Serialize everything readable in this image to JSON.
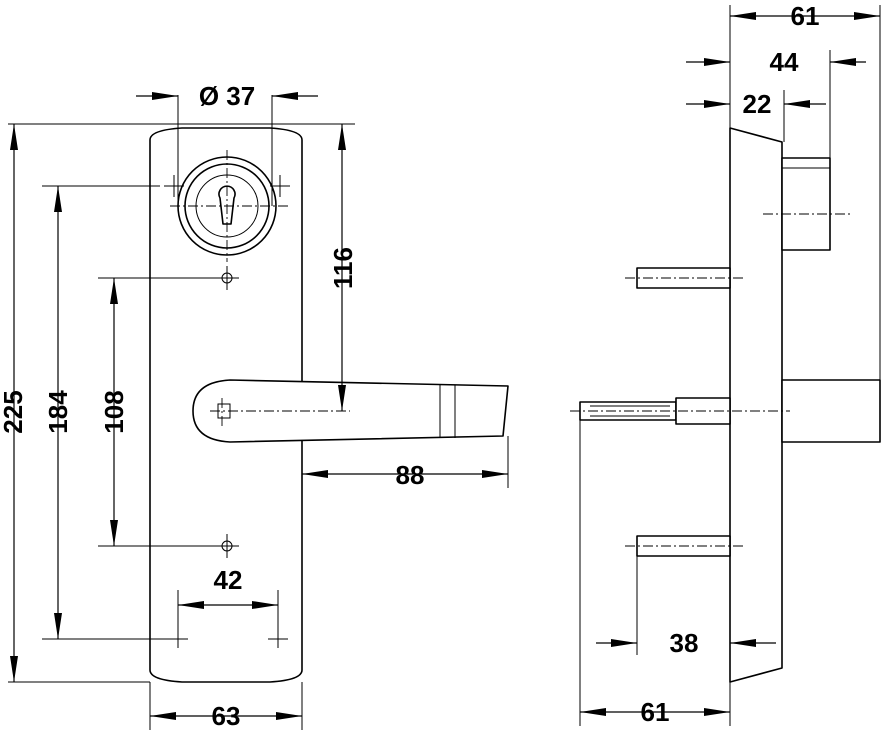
{
  "dimensions": {
    "cylinder_diameter": "Ø 37",
    "plate_height": "225",
    "fixing_distance_outer": "184",
    "fixing_distance_inner": "108",
    "handle_height_from_cylinder": "116",
    "handle_projection": "88",
    "bottom_fixing_spacing": "42",
    "plate_width": "63",
    "side_depth_top": "61",
    "side_depth_44": "44",
    "side_depth_22": "22",
    "side_spindle_38": "38",
    "side_depth_bottom": "61"
  }
}
